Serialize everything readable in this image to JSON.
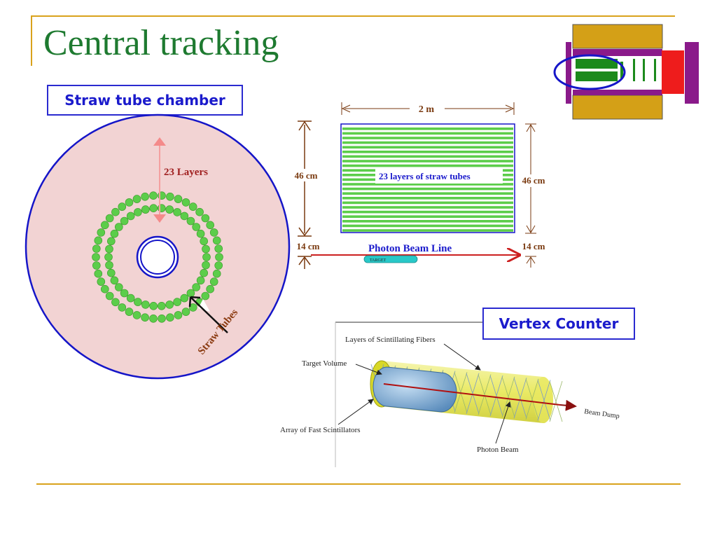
{
  "slide": {
    "title": "Central tracking",
    "straw_box_label": "Straw tube chamber",
    "vertex_box_label": "Vertex Counter"
  },
  "cross_section": {
    "layers_label": "23 Layers",
    "tubes_label": "Straw Tubes"
  },
  "side_view": {
    "length_label": "2 m",
    "height_left_label": "46 cm",
    "height_right_label": "46 cm",
    "offset_left_label": "14 cm",
    "offset_right_label": "14 cm",
    "layers_caption": "23 layers of straw tubes",
    "beam_label": "Photon Beam Line",
    "target_label": "TARGET"
  },
  "vertex": {
    "fibers_label": "Layers of Scintillating Fibers",
    "target_volume_label": "Target Volume",
    "scintillators_label": "Array of Fast Scintillators",
    "photon_beam_label": "Photon Beam",
    "beam_dump_label": "Beam Dump"
  },
  "colors": {
    "title": "#1e7a30",
    "rule": "#d9a21c",
    "disk_fill": "#f2d3d3",
    "tube_green": "#5ccd4a",
    "label_blue": "#1b1bcc",
    "dim_brown": "#7a3a10",
    "beam_red": "#cc2020"
  }
}
